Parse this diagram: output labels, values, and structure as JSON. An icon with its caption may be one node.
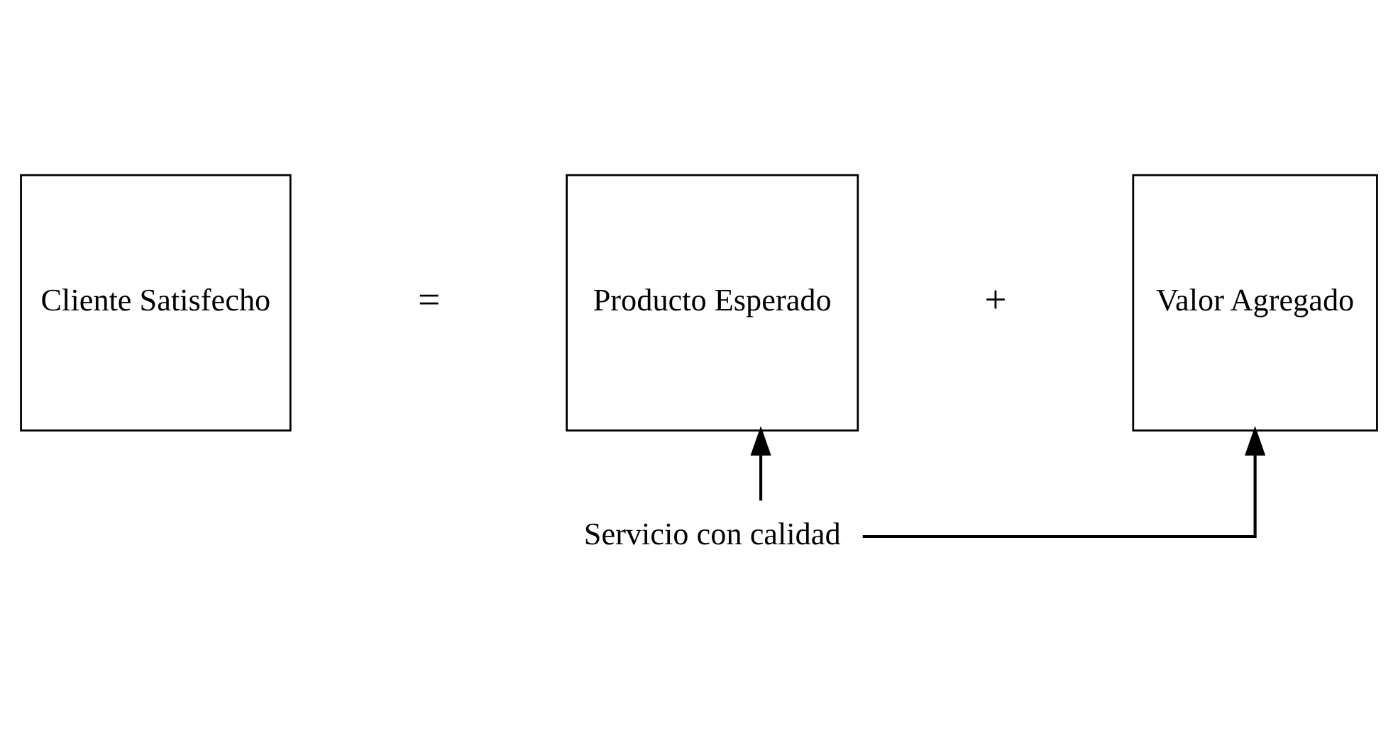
{
  "diagram": {
    "nodes": [
      {
        "text": [
          "Cliente Satisfecho"
        ]
      },
      {
        "text": [
          "Producto Esperado"
        ]
      },
      {
        "text": [
          "Valor Agregado"
        ]
      },
      {
        "text": [
          "Servicio con calidad"
        ]
      }
    ],
    "edges": [
      {
        "from": 3,
        "to": 1,
        "arrow": "to"
      },
      {
        "from": 3,
        "to": 2,
        "arrow": "to"
      }
    ],
    "labels": [
      "=",
      "+"
    ]
  }
}
